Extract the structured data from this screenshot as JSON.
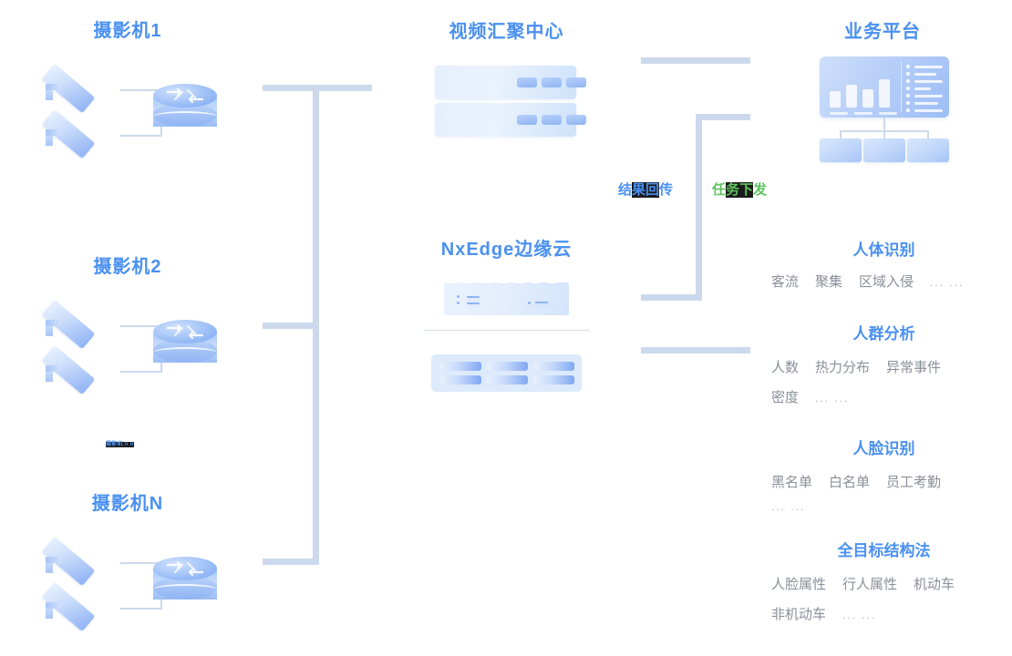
{
  "diagram": {
    "columns": {
      "cameras": {
        "groups": [
          {
            "title": "摄影机1",
            "icon_camera": "camera-icon",
            "icon_router": "router-icon"
          },
          {
            "title": "摄影机2",
            "icon_camera": "camera-icon",
            "icon_router": "router-icon"
          },
          {
            "title": "摄影机N",
            "icon_camera": "camera-icon",
            "icon_router": "router-icon"
          }
        ],
        "tiny_note": "摄影机 n n"
      },
      "video_center": {
        "title": "视频汇聚中心",
        "icon": "server-rack-icon",
        "servers": 2
      },
      "edge_cloud": {
        "title": "NxEdge边缘云",
        "icon_top": "edge-appliance-icon",
        "icon_bottom": "blade-server-icon"
      },
      "business_platform": {
        "title": "业务平台",
        "icon": "dashboard-icon",
        "child_nodes": 3
      }
    },
    "flows": [
      {
        "label_prefix": "结",
        "label_selected": "果回",
        "label_suffix": "传",
        "full": "结果回传",
        "color": "#4a90f0",
        "direction": "left"
      },
      {
        "label_prefix": "任",
        "label_selected": "务下",
        "label_suffix": "发",
        "full": "任务下发",
        "color": "#5ec45e",
        "direction": "right"
      }
    ],
    "capabilities": [
      {
        "title": "人体识别",
        "tags": [
          "客流",
          "聚集",
          "区域入侵"
        ],
        "more": "... ...",
        "rows": 1
      },
      {
        "title": "人群分析",
        "tags": [
          "人数",
          "热力分布",
          "异常事件"
        ],
        "tags2": [
          "密度"
        ],
        "more": "... ...",
        "rows": 2
      },
      {
        "title": "人脸识别",
        "tags": [
          "黑名单",
          "白名单",
          "员工考勤"
        ],
        "more": "... ...",
        "rows": 2
      },
      {
        "title": "全目标结构法",
        "tags": [
          "人脸属性",
          "行人属性",
          "机动车"
        ],
        "tags2": [
          "非机动车"
        ],
        "more": "... ...",
        "rows": 2
      }
    ]
  },
  "colors": {
    "accent_blue": "#4a90f0",
    "accent_green": "#5ec45e",
    "connector": "#ccd9ec",
    "tag_grey": "#8a8f99",
    "background": "#ffffff"
  }
}
